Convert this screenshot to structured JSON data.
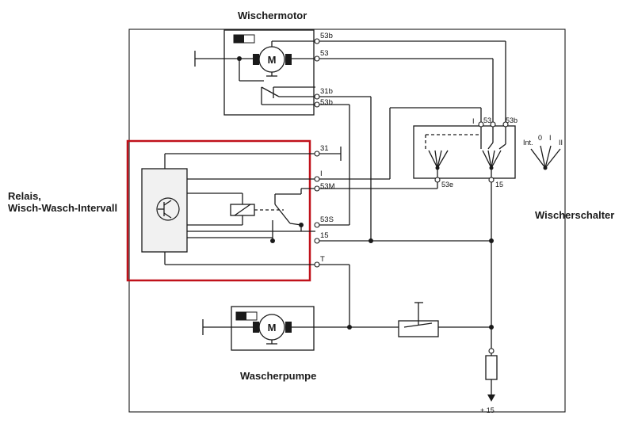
{
  "labels": {
    "wiper_motor": "Wischermotor",
    "relay_line1": "Relais,",
    "relay_line2": "Wisch-Wasch-Intervall",
    "wiper_switch": "Wischerschalter",
    "washer_pump": "Wascherpumpe",
    "supply": "+ 15"
  },
  "motor_terminals": [
    "53b",
    "53",
    "31b",
    "53b"
  ],
  "relay_terminals": [
    "31",
    "I",
    "53M",
    "53S",
    "15",
    "T"
  ],
  "switch_terminals_top": [
    "I",
    "53",
    "53b"
  ],
  "switch_terminals_bottom": [
    "53e",
    "15"
  ],
  "switch_positions": [
    "Int.",
    "0",
    "I",
    "II"
  ],
  "motor_symbol": "M",
  "colors": {
    "highlight": "#c0111a",
    "line": "#1a1a1a",
    "fill": "#f1f1f1"
  }
}
